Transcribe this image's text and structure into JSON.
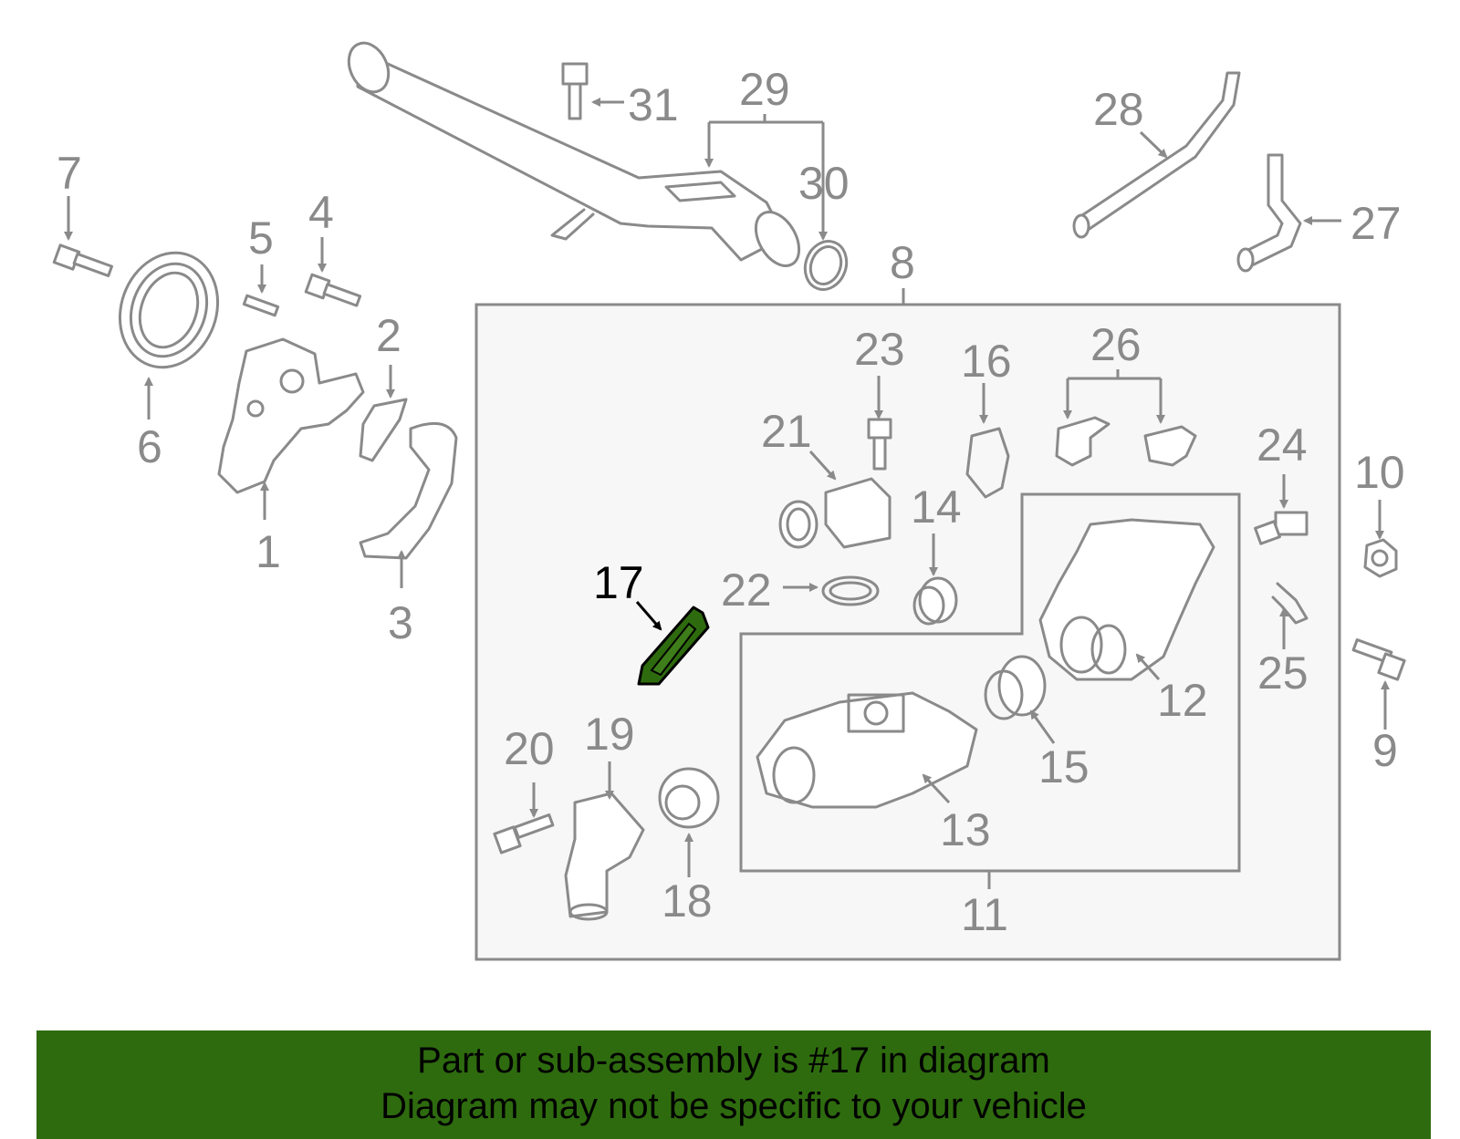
{
  "diagram": {
    "labels": {
      "n1": "1",
      "n2": "2",
      "n3": "3",
      "n4": "4",
      "n5": "5",
      "n6": "6",
      "n7": "7",
      "n8": "8",
      "n9": "9",
      "n10": "10",
      "n11": "11",
      "n12": "12",
      "n13": "13",
      "n14": "14",
      "n15": "15",
      "n16": "16",
      "n17": "17",
      "n18": "18",
      "n19": "19",
      "n20": "20",
      "n21": "21",
      "n22": "22",
      "n23": "23",
      "n24": "24",
      "n25": "25",
      "n26": "26",
      "n27": "27",
      "n28": "28",
      "n29": "29",
      "n30": "30",
      "n31": "31"
    },
    "highlight_part": "17",
    "highlight_color": "#2e6b0f",
    "line_color": "#8a8a8a",
    "panel_fill": "#f7f7f7"
  },
  "banner": {
    "line1": "Part or sub-assembly is #17 in diagram",
    "line2": "Diagram may not be specific to your vehicle",
    "background": "#2e6b0f"
  }
}
